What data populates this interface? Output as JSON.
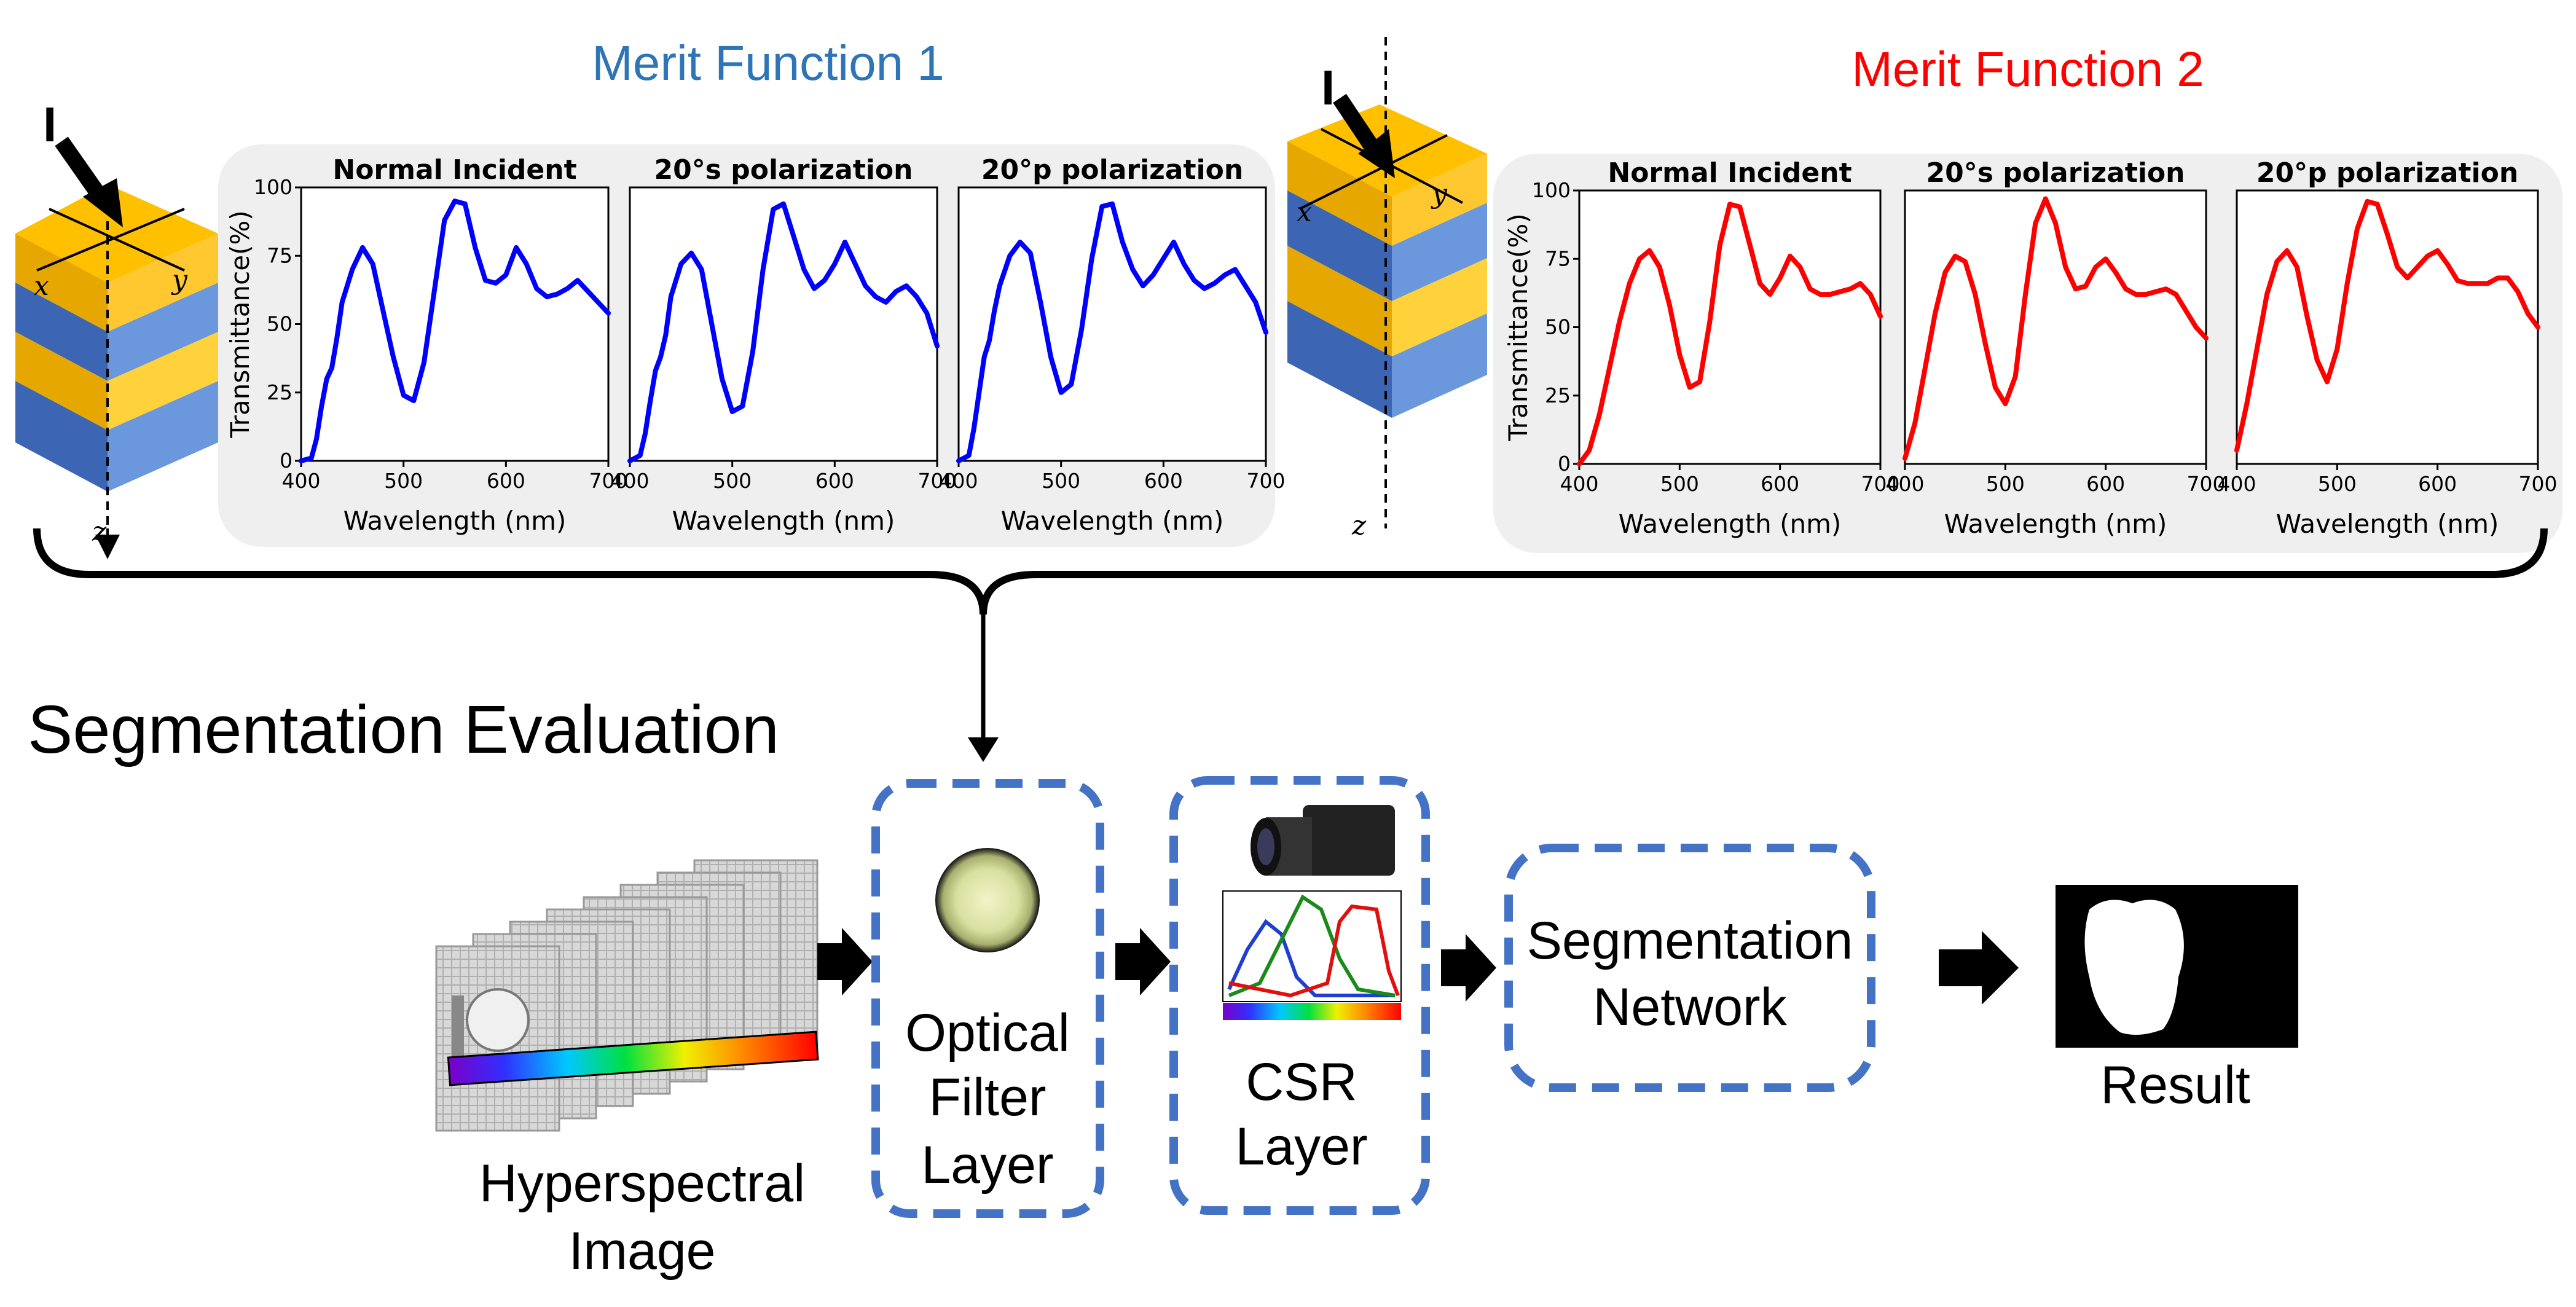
{
  "merit_function_1": {
    "title": "Merit Function 1",
    "color": "#2e75b6"
  },
  "merit_function_2": {
    "title": "Merit Function 2",
    "color": "#ff0000"
  },
  "stack_labels": {
    "incident": "I",
    "x": "x",
    "y": "y",
    "z": "z"
  },
  "plot_labels": {
    "ylabel": "Transmittance(%)",
    "xlabel": "Wavelength (nm)",
    "xticks": [
      "400",
      "500",
      "600",
      "700"
    ],
    "yticks": [
      "0",
      "25",
      "50",
      "75",
      "100"
    ]
  },
  "section_title": "Segmentation Evaluation",
  "pipeline": {
    "hyperspectral": [
      "Hyperspectral",
      "Image"
    ],
    "optical_filter": [
      "Optical",
      "Filter",
      "Layer"
    ],
    "csr": [
      "CSR",
      "Layer"
    ],
    "segmentation": [
      "Segmentation",
      "Network"
    ],
    "result": "Result",
    "box_color": "#4472c4"
  },
  "chart_data": [
    {
      "type": "line",
      "title": "Normal Incident",
      "xlabel": "Wavelength (nm)",
      "ylabel": "Transmittance(%)",
      "xlim": [
        400,
        700
      ],
      "ylim": [
        0,
        100
      ],
      "color": "#0000ff",
      "series": [
        {
          "x": [
            400,
            410,
            415,
            420,
            425,
            430,
            435,
            440,
            450,
            460,
            470,
            480,
            490,
            500,
            510,
            520,
            530,
            540,
            550,
            560,
            570,
            580,
            590,
            600,
            610,
            620,
            630,
            640,
            650,
            660,
            670,
            680,
            690,
            700
          ],
          "values": [
            0,
            1,
            8,
            20,
            30,
            34,
            45,
            58,
            70,
            78,
            72,
            55,
            38,
            24,
            22,
            36,
            62,
            88,
            95,
            94,
            78,
            66,
            65,
            68,
            78,
            72,
            63,
            60,
            61,
            63,
            66,
            62,
            58,
            54
          ]
        }
      ]
    },
    {
      "type": "line",
      "title": "20°s polarization",
      "xlabel": "Wavelength (nm)",
      "ylabel": "Transmittance(%)",
      "xlim": [
        400,
        700
      ],
      "ylim": [
        0,
        100
      ],
      "color": "#0000ff",
      "series": [
        {
          "x": [
            400,
            410,
            415,
            420,
            425,
            430,
            435,
            440,
            450,
            460,
            470,
            480,
            490,
            500,
            510,
            520,
            530,
            540,
            550,
            560,
            570,
            580,
            590,
            600,
            610,
            620,
            630,
            640,
            650,
            660,
            670,
            680,
            690,
            700
          ],
          "values": [
            0,
            2,
            10,
            22,
            33,
            38,
            46,
            60,
            72,
            76,
            70,
            50,
            30,
            18,
            20,
            40,
            70,
            92,
            94,
            82,
            70,
            63,
            66,
            72,
            80,
            72,
            64,
            60,
            58,
            62,
            64,
            60,
            54,
            42
          ]
        }
      ]
    },
    {
      "type": "line",
      "title": "20°p polarization",
      "xlabel": "Wavelength (nm)",
      "ylabel": "Transmittance(%)",
      "xlim": [
        400,
        700
      ],
      "ylim": [
        0,
        100
      ],
      "color": "#0000ff",
      "series": [
        {
          "x": [
            400,
            410,
            415,
            420,
            425,
            430,
            435,
            440,
            450,
            460,
            470,
            480,
            490,
            500,
            510,
            520,
            530,
            540,
            550,
            560,
            570,
            580,
            590,
            600,
            610,
            620,
            630,
            640,
            650,
            660,
            670,
            680,
            690,
            700
          ],
          "values": [
            0,
            2,
            12,
            25,
            38,
            44,
            55,
            64,
            75,
            80,
            76,
            58,
            38,
            25,
            28,
            48,
            74,
            93,
            94,
            80,
            70,
            64,
            68,
            74,
            80,
            72,
            66,
            63,
            65,
            68,
            70,
            64,
            58,
            47
          ]
        }
      ]
    },
    {
      "type": "line",
      "title": "Normal Incident",
      "xlabel": "Wavelength (nm)",
      "ylabel": "Transmittance(%)",
      "xlim": [
        400,
        700
      ],
      "ylim": [
        0,
        100
      ],
      "color": "#ff0000",
      "series": [
        {
          "x": [
            400,
            410,
            420,
            430,
            440,
            450,
            460,
            470,
            480,
            490,
            500,
            510,
            520,
            530,
            540,
            550,
            560,
            570,
            580,
            590,
            600,
            610,
            620,
            630,
            640,
            650,
            660,
            670,
            680,
            690,
            700
          ],
          "values": [
            0,
            5,
            18,
            35,
            52,
            66,
            75,
            78,
            72,
            58,
            40,
            28,
            30,
            52,
            80,
            95,
            94,
            80,
            66,
            62,
            68,
            76,
            72,
            64,
            62,
            62,
            63,
            64,
            66,
            62,
            54
          ]
        }
      ]
    },
    {
      "type": "line",
      "title": "20°s polarization",
      "xlabel": "Wavelength (nm)",
      "ylabel": "Transmittance(%)",
      "xlim": [
        400,
        700
      ],
      "ylim": [
        0,
        100
      ],
      "color": "#ff0000",
      "series": [
        {
          "x": [
            400,
            410,
            420,
            430,
            440,
            450,
            460,
            470,
            480,
            490,
            500,
            510,
            520,
            530,
            540,
            550,
            560,
            570,
            580,
            590,
            600,
            610,
            620,
            630,
            640,
            650,
            660,
            670,
            680,
            690,
            700
          ],
          "values": [
            2,
            15,
            35,
            55,
            70,
            76,
            74,
            62,
            44,
            28,
            22,
            32,
            62,
            88,
            97,
            88,
            72,
            64,
            65,
            72,
            75,
            70,
            64,
            62,
            62,
            63,
            64,
            62,
            56,
            50,
            46
          ]
        }
      ]
    },
    {
      "type": "line",
      "title": "20°p polarization",
      "xlabel": "Wavelength (nm)",
      "ylabel": "Transmittance(%)",
      "xlim": [
        400,
        700
      ],
      "ylim": [
        0,
        100
      ],
      "color": "#ff0000",
      "series": [
        {
          "x": [
            400,
            410,
            420,
            430,
            440,
            450,
            460,
            470,
            480,
            490,
            500,
            510,
            520,
            530,
            540,
            550,
            560,
            570,
            580,
            590,
            600,
            610,
            620,
            630,
            640,
            650,
            660,
            670,
            680,
            690,
            700
          ],
          "values": [
            5,
            22,
            42,
            62,
            74,
            78,
            72,
            54,
            38,
            30,
            42,
            66,
            86,
            96,
            95,
            84,
            72,
            68,
            72,
            76,
            78,
            73,
            67,
            66,
            66,
            66,
            68,
            68,
            63,
            55,
            50
          ]
        }
      ]
    }
  ]
}
